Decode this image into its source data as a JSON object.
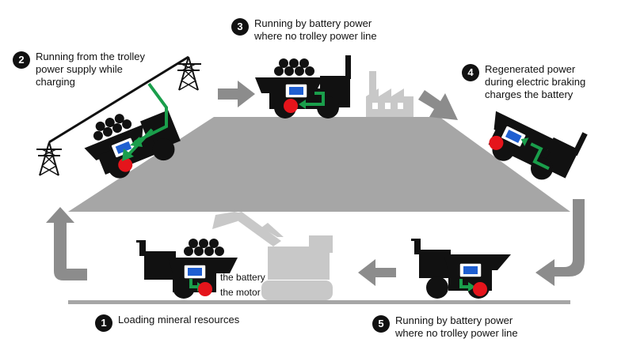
{
  "steps": [
    {
      "num": "1",
      "text": "Loading mineral resources"
    },
    {
      "num": "2",
      "text": "Running from the trolley\npower supply while\ncharging"
    },
    {
      "num": "3",
      "text": "Running by battery power\nwhere no trolley power line"
    },
    {
      "num": "4",
      "text": "Regenerated power\nduring electric braking\ncharges the battery"
    },
    {
      "num": "5",
      "text": "Running by battery power\nwhere no trolley power line"
    }
  ],
  "labels": {
    "battery": "the battery",
    "motor": "the motor"
  },
  "colors": {
    "truck": "#111111",
    "green": "#1a9e4b",
    "motor": "#e5141b",
    "battery": "#1f5fd1",
    "gray": "#a6a6a6",
    "lightgray": "#c8c8c8",
    "arrow": "#8c8c8c"
  },
  "icons": [
    "transmission-tower-icon",
    "factory-icon",
    "excavator-icon",
    "haul-truck-icon",
    "battery-icon",
    "motor-icon",
    "flow-arrow-icon"
  ]
}
